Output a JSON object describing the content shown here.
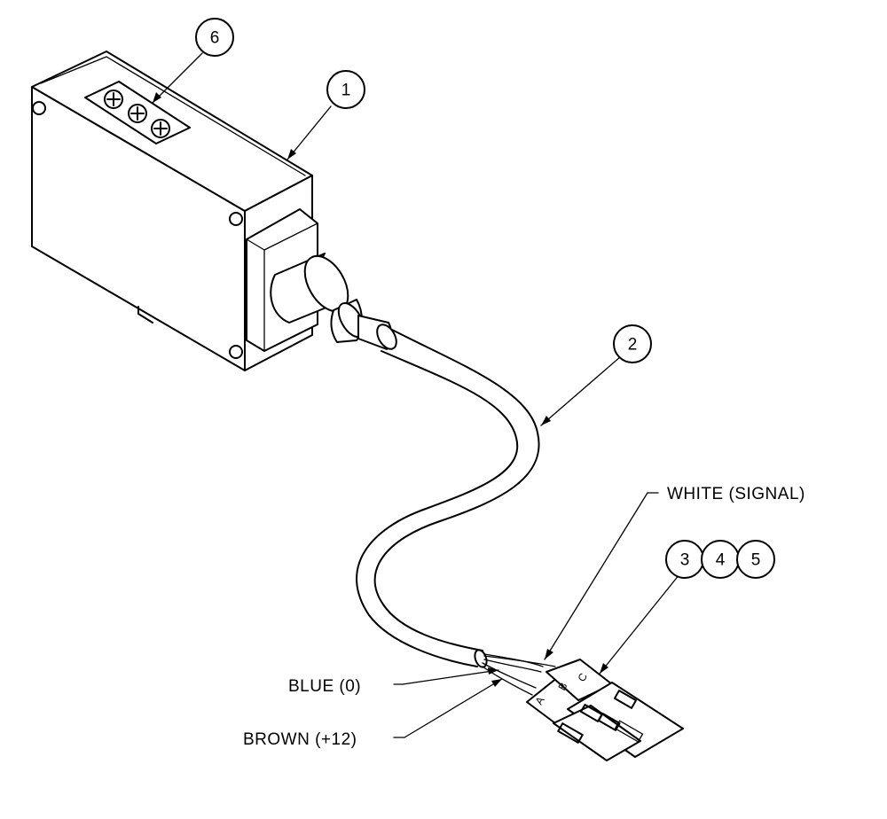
{
  "callouts": {
    "c1": "1",
    "c2": "2",
    "c3": "3",
    "c4": "4",
    "c5": "5",
    "c6": "6"
  },
  "wire_labels": {
    "white": "WHITE (SIGNAL)",
    "blue": "BLUE (0)",
    "brown": "BROWN (+12)"
  },
  "connector_pins": {
    "a": "A",
    "b": "B",
    "c": "C"
  }
}
